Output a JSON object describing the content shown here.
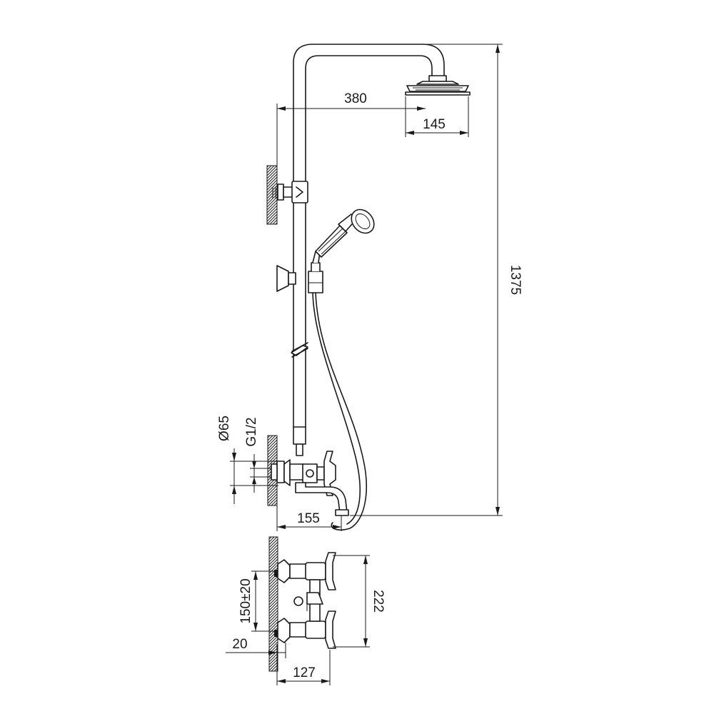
{
  "drawing": {
    "dimensions": {
      "arm_reach": "380",
      "head_diameter": "145",
      "total_height": "1375",
      "escutcheon_diameter": "Ø65",
      "thread": "G1/2",
      "spout_reach": "155",
      "center_distance": "150±20",
      "mixer_height": "222",
      "eccentric_depth": "20",
      "mixer_depth": "127"
    }
  }
}
